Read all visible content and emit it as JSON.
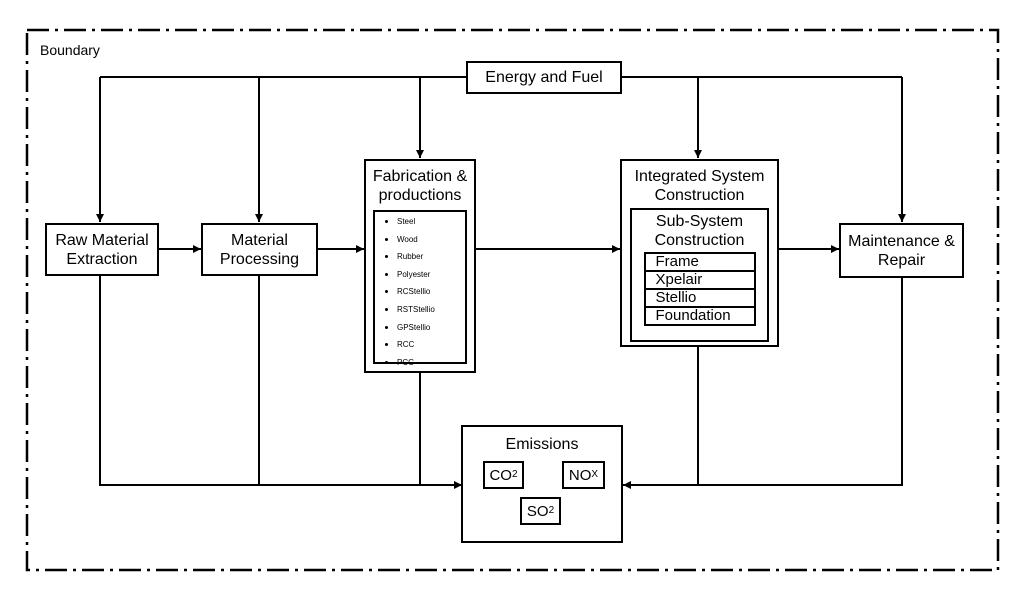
{
  "boundary_label": "Boundary",
  "energy": "Energy and Fuel",
  "raw_material": [
    "Raw Material",
    "Extraction"
  ],
  "material_processing": [
    "Material",
    "Processing"
  ],
  "fabrication": {
    "title": [
      "Fabrication &",
      "productions"
    ],
    "materials": [
      "Steel",
      "Wood",
      "Rubber",
      "Polyester",
      "RCStellio",
      "RSTStellio",
      "GPStellio",
      "RCC",
      "PCC"
    ]
  },
  "integrated": {
    "title": [
      "Integrated System",
      "Construction"
    ],
    "sub_title": [
      "Sub-System",
      "Construction"
    ],
    "components": [
      "Frame",
      "Xpelair",
      "Stellio",
      "Foundation"
    ]
  },
  "maintenance": [
    "Maintenance &",
    "Repair"
  ],
  "emissions": {
    "title": "Emissions",
    "co2": {
      "base": "CO",
      "sub": "2"
    },
    "nox": {
      "base": "NO",
      "sub": "X"
    },
    "so2": {
      "base": "SO",
      "sub": "2"
    }
  }
}
